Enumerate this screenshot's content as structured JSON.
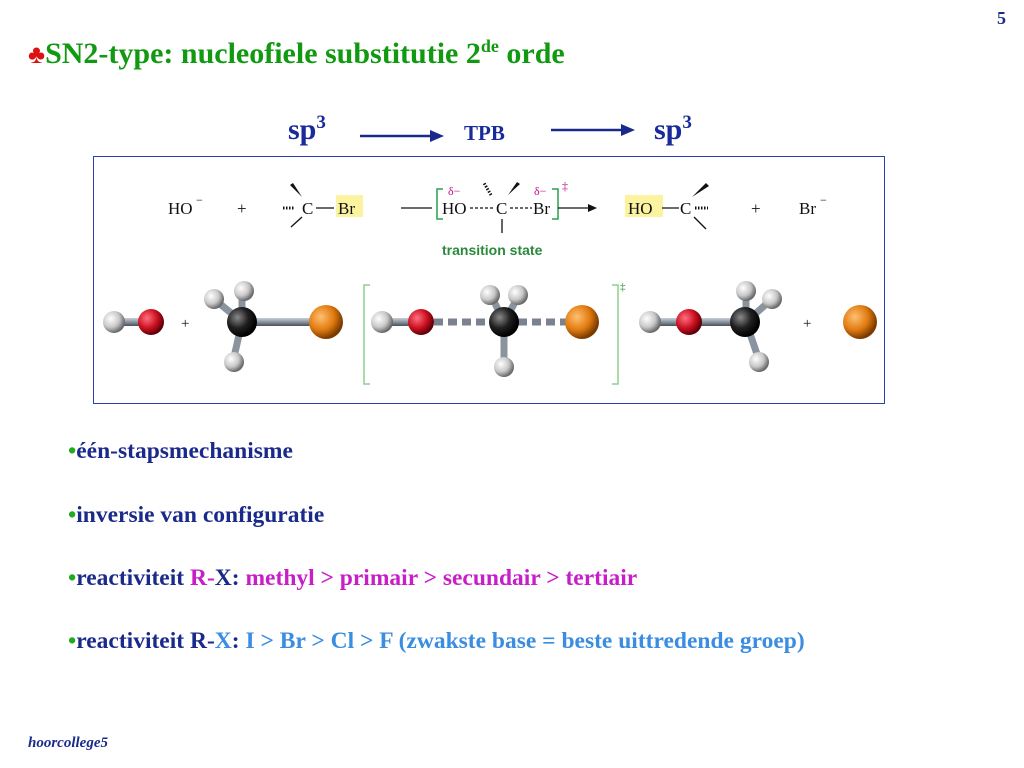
{
  "slide_number": "5",
  "title": {
    "icon": "club-icon",
    "text_before": "SN2-type: nucleofiele substitutie 2",
    "superscript": "de",
    "text_after": " orde"
  },
  "hybridization": {
    "left_base": "sp",
    "left_sup": "3",
    "middle": "TPB",
    "right_base": "sp",
    "right_sup": "3"
  },
  "reaction": {
    "nucleophile": "HO",
    "nucleophile_charge": "−",
    "plus1": "+",
    "carbon": "C",
    "leaving": "Br",
    "ts_delta_left": "δ−",
    "ts_ho": "HO",
    "ts_c": "C",
    "ts_br": "Br",
    "ts_delta_right": "δ−",
    "ts_dagger": "‡",
    "ts_label": "transition state",
    "product_ho": "HO",
    "product_c": "C",
    "plus2": "+",
    "bromide": "Br",
    "bromide_charge": "−",
    "model_plus1": "+",
    "model_plus2": "+",
    "model_dagger": "‡"
  },
  "bullets": [
    {
      "marker": "•",
      "text": "één-stapsmechanisme"
    },
    {
      "marker": "•",
      "text": "inversie van configuratie"
    },
    {
      "marker": "•",
      "label": "reactiviteit ",
      "r": "R",
      "sep": "-",
      "x": "X",
      "colon": ": ",
      "detail": "methyl > primair > secundair > tertiair"
    },
    {
      "marker": "•",
      "label": "reactiviteit ",
      "r": "R",
      "sep": "-",
      "x": "X",
      "colon": ": ",
      "detail": "I > Br > Cl > F (zwakste base = beste uittredende groep)"
    }
  ],
  "footer": "hoorcollege5",
  "colors": {
    "title": "#119911",
    "text": "#1a2a8a",
    "highlight": "#c81ec8",
    "halide": "#3a8de0",
    "frame": "#2c3fb0",
    "oxygen": "#cc1020",
    "bromine": "#e07a10",
    "carbon": "#202020",
    "hydrogen": "#d8d8d8",
    "br_highlight": "#fbf3a0"
  }
}
